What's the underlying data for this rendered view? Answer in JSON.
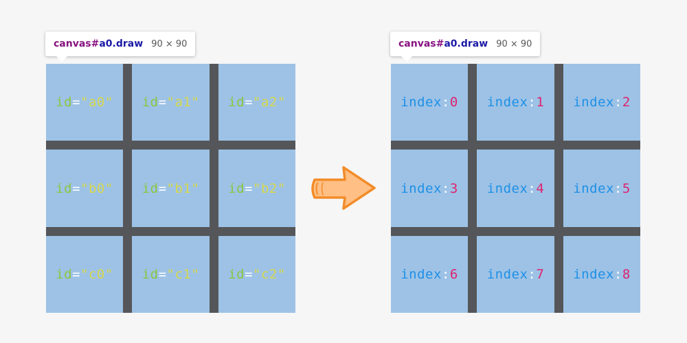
{
  "tooltip": {
    "tag": "canvas",
    "separator": "#",
    "id": "a0.draw",
    "size": "90 × 90"
  },
  "left_grid": {
    "key_label": "id",
    "equals": "=",
    "quote": "\"",
    "cells": [
      "a0",
      "a1",
      "a2",
      "b0",
      "b1",
      "b2",
      "c0",
      "c1",
      "c2"
    ]
  },
  "right_grid": {
    "key_label": "index",
    "colon": ":",
    "cells": [
      "0",
      "1",
      "2",
      "3",
      "4",
      "5",
      "6",
      "7",
      "8"
    ]
  },
  "colors": {
    "cell": "#9dc2e6",
    "gridline": "#555659",
    "id_key": "#8cc63f",
    "id_value": "#d7d84e",
    "index_key": "#1e90e6",
    "index_value": "#e0226e",
    "arrow_fill": "#ffbf85",
    "arrow_stroke": "#f28c28"
  },
  "icons": {
    "arrow": "right-arrow-icon"
  }
}
